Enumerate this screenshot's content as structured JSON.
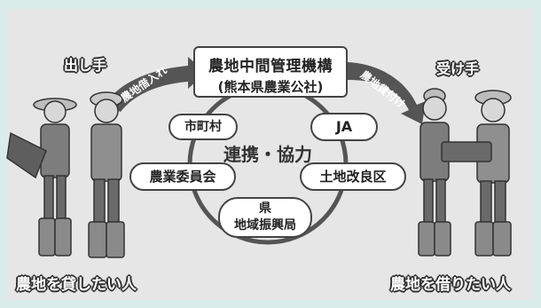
{
  "organization": {
    "name": "農地中間管理機構",
    "sub": "(熊本県農業公社)"
  },
  "center_label": "連携・協力",
  "partners": {
    "city": "市町村",
    "ja": "JA",
    "committee": "農業委員会",
    "land": "土地改良区",
    "pref_line1": "県",
    "pref_line2": "地域振興局"
  },
  "left": {
    "role": "出し手",
    "arrow": "農地借入れ",
    "caption": "農地を貸したい人"
  },
  "right": {
    "role": "受け手",
    "arrow": "農地貸付け",
    "caption": "農地を借りたい人"
  },
  "colors": {
    "background": "#d9ece9",
    "panel": "#e6e6e6",
    "arrow": "#555555",
    "ring": "#555555"
  }
}
